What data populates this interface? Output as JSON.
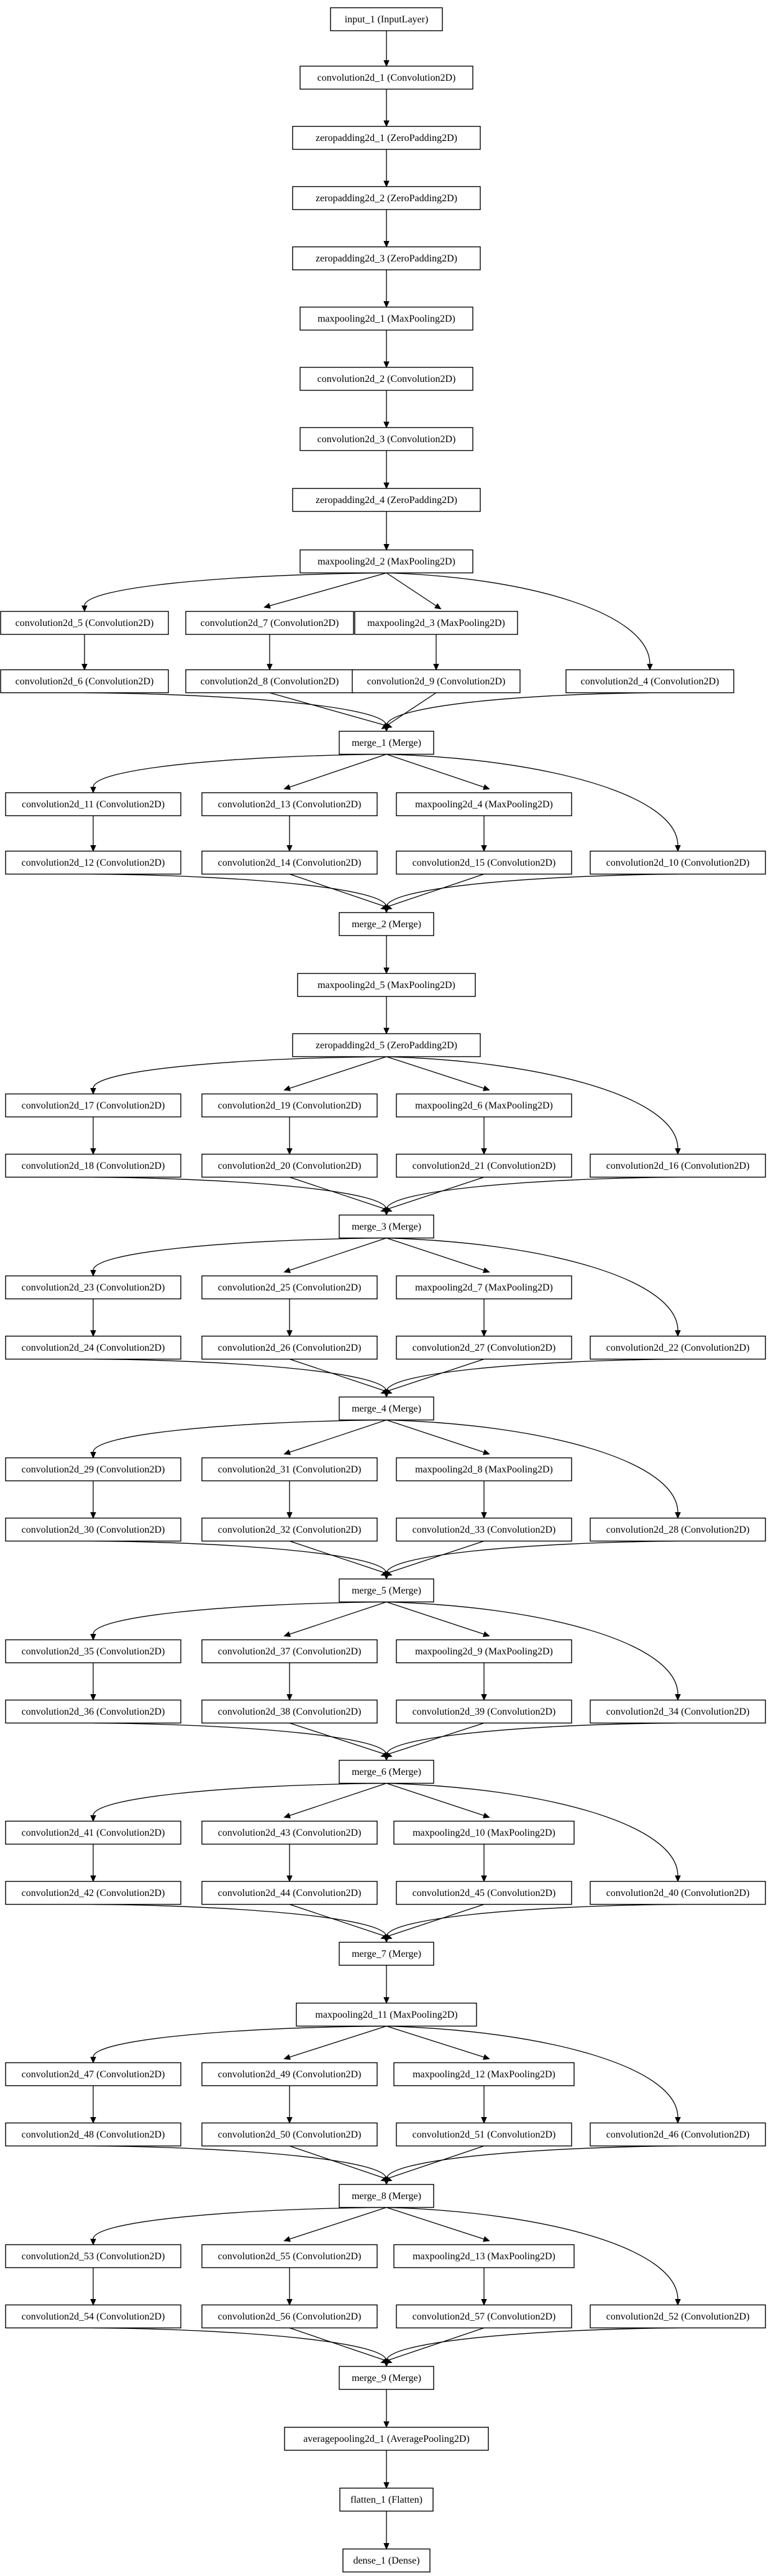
{
  "graph": {
    "nodes": [
      {
        "id": "input_1",
        "label": "input_1 (InputLayer)"
      },
      {
        "id": "convolution2d_1",
        "label": "convolution2d_1 (Convolution2D)"
      },
      {
        "id": "zeropadding2d_1",
        "label": "zeropadding2d_1 (ZeroPadding2D)"
      },
      {
        "id": "zeropadding2d_2",
        "label": "zeropadding2d_2 (ZeroPadding2D)"
      },
      {
        "id": "zeropadding2d_3",
        "label": "zeropadding2d_3 (ZeroPadding2D)"
      },
      {
        "id": "maxpooling2d_1",
        "label": "maxpooling2d_1 (MaxPooling2D)"
      },
      {
        "id": "convolution2d_2",
        "label": "convolution2d_2 (Convolution2D)"
      },
      {
        "id": "convolution2d_3",
        "label": "convolution2d_3 (Convolution2D)"
      },
      {
        "id": "zeropadding2d_4",
        "label": "zeropadding2d_4 (ZeroPadding2D)"
      },
      {
        "id": "maxpooling2d_2",
        "label": "maxpooling2d_2 (MaxPooling2D)"
      },
      {
        "id": "convolution2d_5",
        "label": "convolution2d_5 (Convolution2D)"
      },
      {
        "id": "convolution2d_7",
        "label": "convolution2d_7 (Convolution2D)"
      },
      {
        "id": "maxpooling2d_3",
        "label": "maxpooling2d_3 (MaxPooling2D)"
      },
      {
        "id": "convolution2d_6",
        "label": "convolution2d_6 (Convolution2D)"
      },
      {
        "id": "convolution2d_8",
        "label": "convolution2d_8 (Convolution2D)"
      },
      {
        "id": "convolution2d_9",
        "label": "convolution2d_9 (Convolution2D)"
      },
      {
        "id": "convolution2d_4",
        "label": "convolution2d_4 (Convolution2D)"
      },
      {
        "id": "merge_1",
        "label": "merge_1 (Merge)"
      },
      {
        "id": "convolution2d_11",
        "label": "convolution2d_11 (Convolution2D)"
      },
      {
        "id": "convolution2d_13",
        "label": "convolution2d_13 (Convolution2D)"
      },
      {
        "id": "maxpooling2d_4",
        "label": "maxpooling2d_4 (MaxPooling2D)"
      },
      {
        "id": "convolution2d_12",
        "label": "convolution2d_12 (Convolution2D)"
      },
      {
        "id": "convolution2d_14",
        "label": "convolution2d_14 (Convolution2D)"
      },
      {
        "id": "convolution2d_15",
        "label": "convolution2d_15 (Convolution2D)"
      },
      {
        "id": "convolution2d_10",
        "label": "convolution2d_10 (Convolution2D)"
      },
      {
        "id": "merge_2",
        "label": "merge_2 (Merge)"
      },
      {
        "id": "maxpooling2d_5",
        "label": "maxpooling2d_5 (MaxPooling2D)"
      },
      {
        "id": "zeropadding2d_5",
        "label": "zeropadding2d_5 (ZeroPadding2D)"
      },
      {
        "id": "convolution2d_17",
        "label": "convolution2d_17 (Convolution2D)"
      },
      {
        "id": "convolution2d_19",
        "label": "convolution2d_19 (Convolution2D)"
      },
      {
        "id": "maxpooling2d_6",
        "label": "maxpooling2d_6 (MaxPooling2D)"
      },
      {
        "id": "convolution2d_18",
        "label": "convolution2d_18 (Convolution2D)"
      },
      {
        "id": "convolution2d_20",
        "label": "convolution2d_20 (Convolution2D)"
      },
      {
        "id": "convolution2d_21",
        "label": "convolution2d_21 (Convolution2D)"
      },
      {
        "id": "convolution2d_16",
        "label": "convolution2d_16 (Convolution2D)"
      },
      {
        "id": "merge_3",
        "label": "merge_3 (Merge)"
      },
      {
        "id": "convolution2d_23",
        "label": "convolution2d_23 (Convolution2D)"
      },
      {
        "id": "convolution2d_25",
        "label": "convolution2d_25 (Convolution2D)"
      },
      {
        "id": "maxpooling2d_7",
        "label": "maxpooling2d_7 (MaxPooling2D)"
      },
      {
        "id": "convolution2d_24",
        "label": "convolution2d_24 (Convolution2D)"
      },
      {
        "id": "convolution2d_26",
        "label": "convolution2d_26 (Convolution2D)"
      },
      {
        "id": "convolution2d_27",
        "label": "convolution2d_27 (Convolution2D)"
      },
      {
        "id": "convolution2d_22",
        "label": "convolution2d_22 (Convolution2D)"
      },
      {
        "id": "merge_4",
        "label": "merge_4 (Merge)"
      },
      {
        "id": "convolution2d_29",
        "label": "convolution2d_29 (Convolution2D)"
      },
      {
        "id": "convolution2d_31",
        "label": "convolution2d_31 (Convolution2D)"
      },
      {
        "id": "maxpooling2d_8",
        "label": "maxpooling2d_8 (MaxPooling2D)"
      },
      {
        "id": "convolution2d_30",
        "label": "convolution2d_30 (Convolution2D)"
      },
      {
        "id": "convolution2d_32",
        "label": "convolution2d_32 (Convolution2D)"
      },
      {
        "id": "convolution2d_33",
        "label": "convolution2d_33 (Convolution2D)"
      },
      {
        "id": "convolution2d_28",
        "label": "convolution2d_28 (Convolution2D)"
      },
      {
        "id": "merge_5",
        "label": "merge_5 (Merge)"
      },
      {
        "id": "convolution2d_35",
        "label": "convolution2d_35 (Convolution2D)"
      },
      {
        "id": "convolution2d_37",
        "label": "convolution2d_37 (Convolution2D)"
      },
      {
        "id": "maxpooling2d_9",
        "label": "maxpooling2d_9 (MaxPooling2D)"
      },
      {
        "id": "convolution2d_36",
        "label": "convolution2d_36 (Convolution2D)"
      },
      {
        "id": "convolution2d_38",
        "label": "convolution2d_38 (Convolution2D)"
      },
      {
        "id": "convolution2d_39",
        "label": "convolution2d_39 (Convolution2D)"
      },
      {
        "id": "convolution2d_34",
        "label": "convolution2d_34 (Convolution2D)"
      },
      {
        "id": "merge_6",
        "label": "merge_6 (Merge)"
      },
      {
        "id": "convolution2d_41",
        "label": "convolution2d_41 (Convolution2D)"
      },
      {
        "id": "convolution2d_43",
        "label": "convolution2d_43 (Convolution2D)"
      },
      {
        "id": "maxpooling2d_10",
        "label": "maxpooling2d_10 (MaxPooling2D)"
      },
      {
        "id": "convolution2d_42",
        "label": "convolution2d_42 (Convolution2D)"
      },
      {
        "id": "convolution2d_44",
        "label": "convolution2d_44 (Convolution2D)"
      },
      {
        "id": "convolution2d_45",
        "label": "convolution2d_45 (Convolution2D)"
      },
      {
        "id": "convolution2d_40",
        "label": "convolution2d_40 (Convolution2D)"
      },
      {
        "id": "merge_7",
        "label": "merge_7 (Merge)"
      },
      {
        "id": "maxpooling2d_11",
        "label": "maxpooling2d_11 (MaxPooling2D)"
      },
      {
        "id": "convolution2d_47",
        "label": "convolution2d_47 (Convolution2D)"
      },
      {
        "id": "convolution2d_49",
        "label": "convolution2d_49 (Convolution2D)"
      },
      {
        "id": "maxpooling2d_12",
        "label": "maxpooling2d_12 (MaxPooling2D)"
      },
      {
        "id": "convolution2d_48",
        "label": "convolution2d_48 (Convolution2D)"
      },
      {
        "id": "convolution2d_50",
        "label": "convolution2d_50 (Convolution2D)"
      },
      {
        "id": "convolution2d_51",
        "label": "convolution2d_51 (Convolution2D)"
      },
      {
        "id": "convolution2d_46",
        "label": "convolution2d_46 (Convolution2D)"
      },
      {
        "id": "merge_8",
        "label": "merge_8 (Merge)"
      },
      {
        "id": "convolution2d_53",
        "label": "convolution2d_53 (Convolution2D)"
      },
      {
        "id": "convolution2d_55",
        "label": "convolution2d_55 (Convolution2D)"
      },
      {
        "id": "maxpooling2d_13",
        "label": "maxpooling2d_13 (MaxPooling2D)"
      },
      {
        "id": "convolution2d_54",
        "label": "convolution2d_54 (Convolution2D)"
      },
      {
        "id": "convolution2d_56",
        "label": "convolution2d_56 (Convolution2D)"
      },
      {
        "id": "convolution2d_57",
        "label": "convolution2d_57 (Convolution2D)"
      },
      {
        "id": "convolution2d_52",
        "label": "convolution2d_52 (Convolution2D)"
      },
      {
        "id": "merge_9",
        "label": "merge_9 (Merge)"
      },
      {
        "id": "averagepooling2d_1",
        "label": "averagepooling2d_1 (AveragePooling2D)"
      },
      {
        "id": "flatten_1",
        "label": "flatten_1 (Flatten)"
      },
      {
        "id": "dense_1",
        "label": "dense_1 (Dense)"
      }
    ],
    "edges": [
      [
        "input_1",
        "convolution2d_1"
      ],
      [
        "convolution2d_1",
        "zeropadding2d_1"
      ],
      [
        "zeropadding2d_1",
        "zeropadding2d_2"
      ],
      [
        "zeropadding2d_2",
        "zeropadding2d_3"
      ],
      [
        "zeropadding2d_3",
        "maxpooling2d_1"
      ],
      [
        "maxpooling2d_1",
        "convolution2d_2"
      ],
      [
        "convolution2d_2",
        "convolution2d_3"
      ],
      [
        "convolution2d_3",
        "zeropadding2d_4"
      ],
      [
        "zeropadding2d_4",
        "maxpooling2d_2"
      ],
      [
        "maxpooling2d_2",
        "convolution2d_5"
      ],
      [
        "maxpooling2d_2",
        "convolution2d_7"
      ],
      [
        "maxpooling2d_2",
        "maxpooling2d_3"
      ],
      [
        "maxpooling2d_2",
        "convolution2d_4"
      ],
      [
        "convolution2d_5",
        "convolution2d_6"
      ],
      [
        "convolution2d_7",
        "convolution2d_8"
      ],
      [
        "maxpooling2d_3",
        "convolution2d_9"
      ],
      [
        "convolution2d_6",
        "merge_1"
      ],
      [
        "convolution2d_8",
        "merge_1"
      ],
      [
        "convolution2d_9",
        "merge_1"
      ],
      [
        "convolution2d_4",
        "merge_1"
      ],
      [
        "merge_1",
        "convolution2d_11"
      ],
      [
        "merge_1",
        "convolution2d_13"
      ],
      [
        "merge_1",
        "maxpooling2d_4"
      ],
      [
        "merge_1",
        "convolution2d_10"
      ],
      [
        "convolution2d_11",
        "convolution2d_12"
      ],
      [
        "convolution2d_13",
        "convolution2d_14"
      ],
      [
        "maxpooling2d_4",
        "convolution2d_15"
      ],
      [
        "convolution2d_12",
        "merge_2"
      ],
      [
        "convolution2d_14",
        "merge_2"
      ],
      [
        "convolution2d_15",
        "merge_2"
      ],
      [
        "convolution2d_10",
        "merge_2"
      ],
      [
        "merge_2",
        "maxpooling2d_5"
      ],
      [
        "maxpooling2d_5",
        "zeropadding2d_5"
      ],
      [
        "zeropadding2d_5",
        "convolution2d_17"
      ],
      [
        "zeropadding2d_5",
        "convolution2d_19"
      ],
      [
        "zeropadding2d_5",
        "maxpooling2d_6"
      ],
      [
        "zeropadding2d_5",
        "convolution2d_16"
      ],
      [
        "convolution2d_17",
        "convolution2d_18"
      ],
      [
        "convolution2d_19",
        "convolution2d_20"
      ],
      [
        "maxpooling2d_6",
        "convolution2d_21"
      ],
      [
        "convolution2d_18",
        "merge_3"
      ],
      [
        "convolution2d_20",
        "merge_3"
      ],
      [
        "convolution2d_21",
        "merge_3"
      ],
      [
        "convolution2d_16",
        "merge_3"
      ],
      [
        "merge_3",
        "convolution2d_23"
      ],
      [
        "merge_3",
        "convolution2d_25"
      ],
      [
        "merge_3",
        "maxpooling2d_7"
      ],
      [
        "merge_3",
        "convolution2d_22"
      ],
      [
        "convolution2d_23",
        "convolution2d_24"
      ],
      [
        "convolution2d_25",
        "convolution2d_26"
      ],
      [
        "maxpooling2d_7",
        "convolution2d_27"
      ],
      [
        "convolution2d_24",
        "merge_4"
      ],
      [
        "convolution2d_26",
        "merge_4"
      ],
      [
        "convolution2d_27",
        "merge_4"
      ],
      [
        "convolution2d_22",
        "merge_4"
      ],
      [
        "merge_4",
        "convolution2d_29"
      ],
      [
        "merge_4",
        "convolution2d_31"
      ],
      [
        "merge_4",
        "maxpooling2d_8"
      ],
      [
        "merge_4",
        "convolution2d_28"
      ],
      [
        "convolution2d_29",
        "convolution2d_30"
      ],
      [
        "convolution2d_31",
        "convolution2d_32"
      ],
      [
        "maxpooling2d_8",
        "convolution2d_33"
      ],
      [
        "convolution2d_30",
        "merge_5"
      ],
      [
        "convolution2d_32",
        "merge_5"
      ],
      [
        "convolution2d_33",
        "merge_5"
      ],
      [
        "convolution2d_28",
        "merge_5"
      ],
      [
        "merge_5",
        "convolution2d_35"
      ],
      [
        "merge_5",
        "convolution2d_37"
      ],
      [
        "merge_5",
        "maxpooling2d_9"
      ],
      [
        "merge_5",
        "convolution2d_34"
      ],
      [
        "convolution2d_35",
        "convolution2d_36"
      ],
      [
        "convolution2d_37",
        "convolution2d_38"
      ],
      [
        "maxpooling2d_9",
        "convolution2d_39"
      ],
      [
        "convolution2d_36",
        "merge_6"
      ],
      [
        "convolution2d_38",
        "merge_6"
      ],
      [
        "convolution2d_39",
        "merge_6"
      ],
      [
        "convolution2d_34",
        "merge_6"
      ],
      [
        "merge_6",
        "convolution2d_41"
      ],
      [
        "merge_6",
        "convolution2d_43"
      ],
      [
        "merge_6",
        "maxpooling2d_10"
      ],
      [
        "merge_6",
        "convolution2d_40"
      ],
      [
        "convolution2d_41",
        "convolution2d_42"
      ],
      [
        "convolution2d_43",
        "convolution2d_44"
      ],
      [
        "maxpooling2d_10",
        "convolution2d_45"
      ],
      [
        "convolution2d_42",
        "merge_7"
      ],
      [
        "convolution2d_44",
        "merge_7"
      ],
      [
        "convolution2d_45",
        "merge_7"
      ],
      [
        "convolution2d_40",
        "merge_7"
      ],
      [
        "merge_7",
        "maxpooling2d_11"
      ],
      [
        "maxpooling2d_11",
        "convolution2d_47"
      ],
      [
        "maxpooling2d_11",
        "convolution2d_49"
      ],
      [
        "maxpooling2d_11",
        "maxpooling2d_12"
      ],
      [
        "maxpooling2d_11",
        "convolution2d_46"
      ],
      [
        "convolution2d_47",
        "convolution2d_48"
      ],
      [
        "convolution2d_49",
        "convolution2d_50"
      ],
      [
        "maxpooling2d_12",
        "convolution2d_51"
      ],
      [
        "convolution2d_48",
        "merge_8"
      ],
      [
        "convolution2d_50",
        "merge_8"
      ],
      [
        "convolution2d_51",
        "merge_8"
      ],
      [
        "convolution2d_46",
        "merge_8"
      ],
      [
        "merge_8",
        "convolution2d_53"
      ],
      [
        "merge_8",
        "convolution2d_55"
      ],
      [
        "merge_8",
        "maxpooling2d_13"
      ],
      [
        "merge_8",
        "convolution2d_52"
      ],
      [
        "convolution2d_53",
        "convolution2d_54"
      ],
      [
        "convolution2d_55",
        "convolution2d_56"
      ],
      [
        "maxpooling2d_13",
        "convolution2d_57"
      ],
      [
        "convolution2d_54",
        "merge_9"
      ],
      [
        "convolution2d_56",
        "merge_9"
      ],
      [
        "convolution2d_57",
        "merge_9"
      ],
      [
        "convolution2d_52",
        "merge_9"
      ],
      [
        "merge_9",
        "averagepooling2d_1"
      ],
      [
        "averagepooling2d_1",
        "flatten_1"
      ],
      [
        "flatten_1",
        "dense_1"
      ]
    ]
  }
}
